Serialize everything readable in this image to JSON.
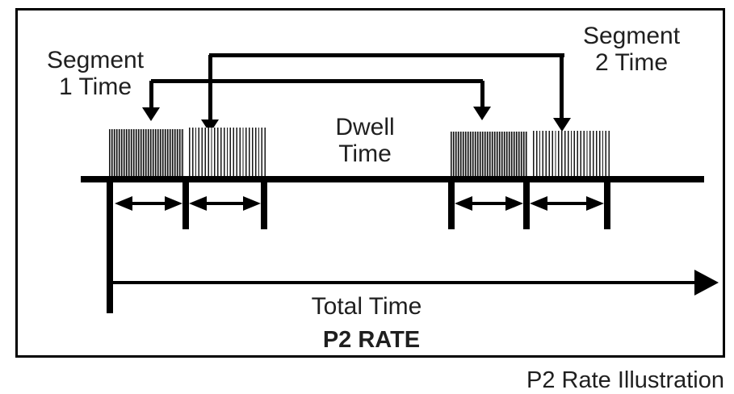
{
  "figure": {
    "caption": "P2 Rate Illustration",
    "labels": {
      "segment1": {
        "line1": "Segment",
        "line2": "1 Time"
      },
      "segment2": {
        "line1": "Segment",
        "line2": "2 Time"
      },
      "dwell": {
        "line1": "Dwell",
        "line2": "Time"
      },
      "total_time": "Total Time",
      "p2_rate": "P2 RATE"
    },
    "colors": {
      "line": "#000000",
      "text": "#1f1f1f",
      "background": "#ffffff"
    }
  }
}
